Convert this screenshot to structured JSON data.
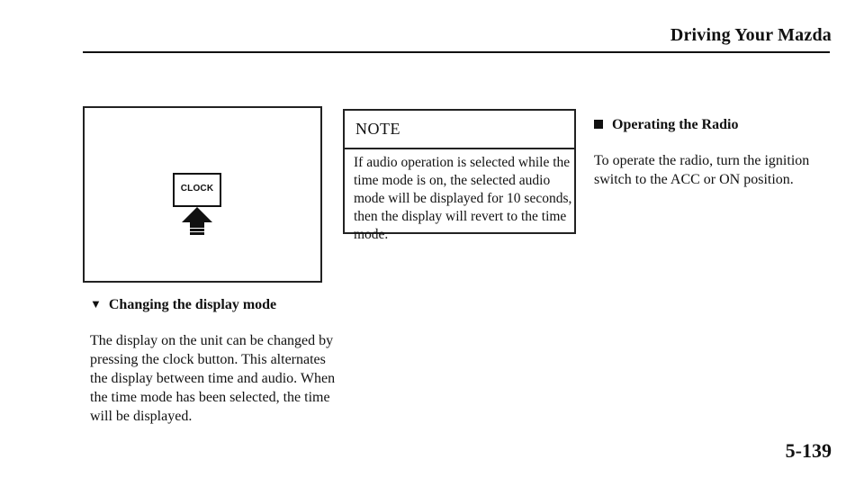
{
  "header": {
    "title": "Driving Your Mazda"
  },
  "figure": {
    "button_label": "CLOCK",
    "icons": [
      "clock-button-icon",
      "press-arrow-icon"
    ]
  },
  "section": {
    "heading": "Changing the display mode",
    "body": "The display on the unit can be changed by pressing the clock button. This alternates the display between time and audio. When the time mode has been selected, the time will be displayed."
  },
  "note": {
    "title": "NOTE",
    "body": "If audio operation is selected while the time mode is on, the selected audio mode will be displayed for 10 seconds, then the display will revert to the time mode."
  },
  "radio": {
    "heading": "Operating the Radio",
    "body": "To operate the radio, turn the ignition switch to the ACC or ON position."
  },
  "footer": {
    "page_number": "5-139"
  },
  "colors": {
    "ink": "#111111",
    "paper": "#ffffff"
  }
}
